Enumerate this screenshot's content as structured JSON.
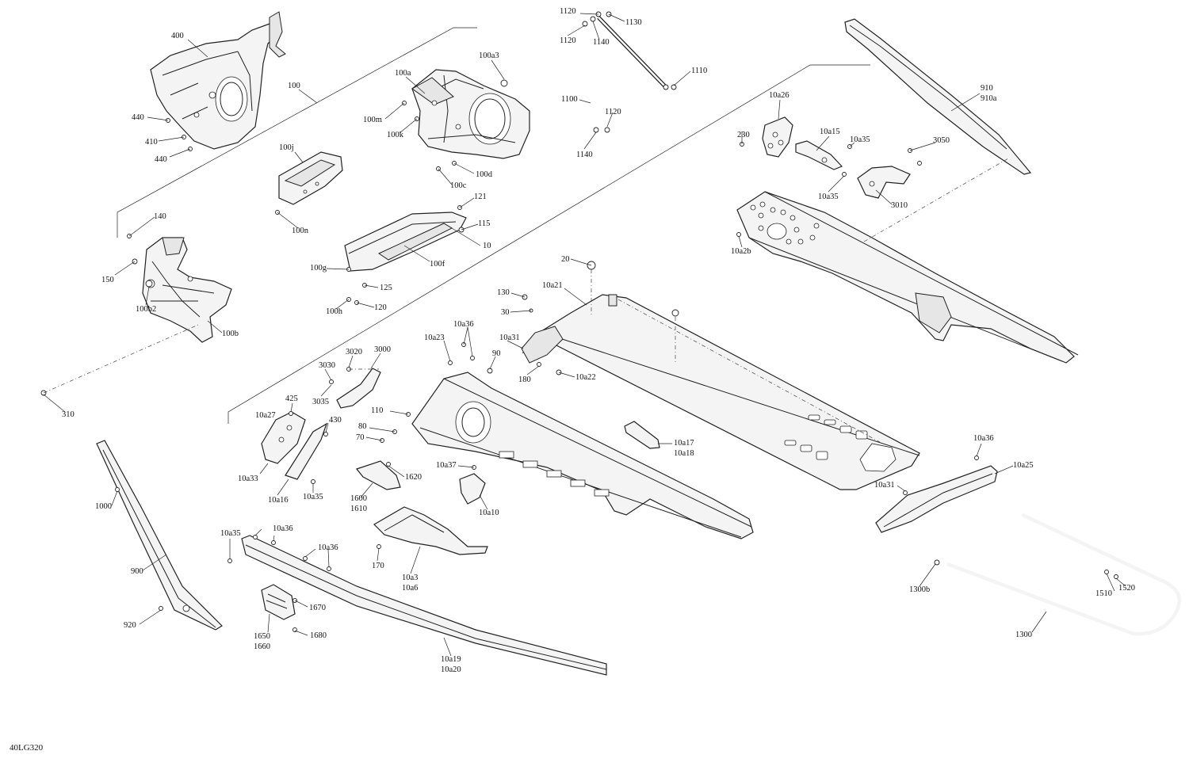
{
  "diagram_code": "40LG320",
  "labels": {
    "l400": "400",
    "l100": "100",
    "l440a": "440",
    "l410": "410",
    "l440b": "440",
    "l100a": "100a",
    "l100a3": "100a3",
    "l100m": "100m",
    "l100k": "100k",
    "l100d": "100d",
    "l100c": "100c",
    "l100j": "100j",
    "l100n": "100n",
    "l140": "140",
    "l150": "150",
    "l100b2": "100b2",
    "l100b": "100b",
    "l310": "310",
    "l121": "121",
    "l115": "115",
    "l10": "10",
    "l100f": "100f",
    "l100g": "100g",
    "l125": "125",
    "l100h": "100h",
    "l120": "120",
    "l1120a": "1120",
    "l1130": "1130",
    "l1120b": "1120",
    "l1140a": "1140",
    "l1110": "1110",
    "l1100": "1100",
    "l1120c": "1120",
    "l1140b": "1140",
    "l910": "910",
    "l910a": "910a",
    "l10a26": "10a26",
    "l230": "230",
    "l10a15": "10a15",
    "l10a35a": "10a35",
    "l3050": "3050",
    "l10a35b": "10a35",
    "l3010": "3010",
    "l10a2b": "10a2b",
    "l20": "20",
    "l10a21": "10a21",
    "l130": "130",
    "l30": "30",
    "l10a36a": "10a36",
    "l10a23": "10a23",
    "l10a31a": "10a31",
    "l90": "90",
    "l180": "180",
    "l10a22": "10a22",
    "l3020": "3020",
    "l3000": "3000",
    "l3030": "3030",
    "l3035": "3035",
    "l425": "425",
    "l10a27": "10a27",
    "l430": "430",
    "l110": "110",
    "l80": "80",
    "l70": "70",
    "l10a33": "10a33",
    "l10a16": "10a16",
    "l10a35c": "10a35",
    "l1620": "1620",
    "l1600": "1600",
    "l1610": "1610",
    "l10a37": "10a37",
    "l10a10": "10a10",
    "l10a17": "10a17",
    "l10a18": "10a18",
    "l10a36b": "10a36",
    "l10a25": "10a25",
    "l10a31b": "10a31",
    "l1300b": "1300b",
    "l1510": "1510",
    "l1520": "1520",
    "l1300": "1300",
    "l1000": "1000",
    "l900": "900",
    "l920": "920",
    "l10a35d": "10a35",
    "l10a36c": "10a36",
    "l10a36d": "10a36",
    "l170": "170",
    "l10a3": "10a3",
    "l10a6": "10a6",
    "l1670": "1670",
    "l1650": "1650",
    "l1660": "1660",
    "l1680": "1680",
    "l10a19": "10a19",
    "l10a20": "10a20"
  }
}
